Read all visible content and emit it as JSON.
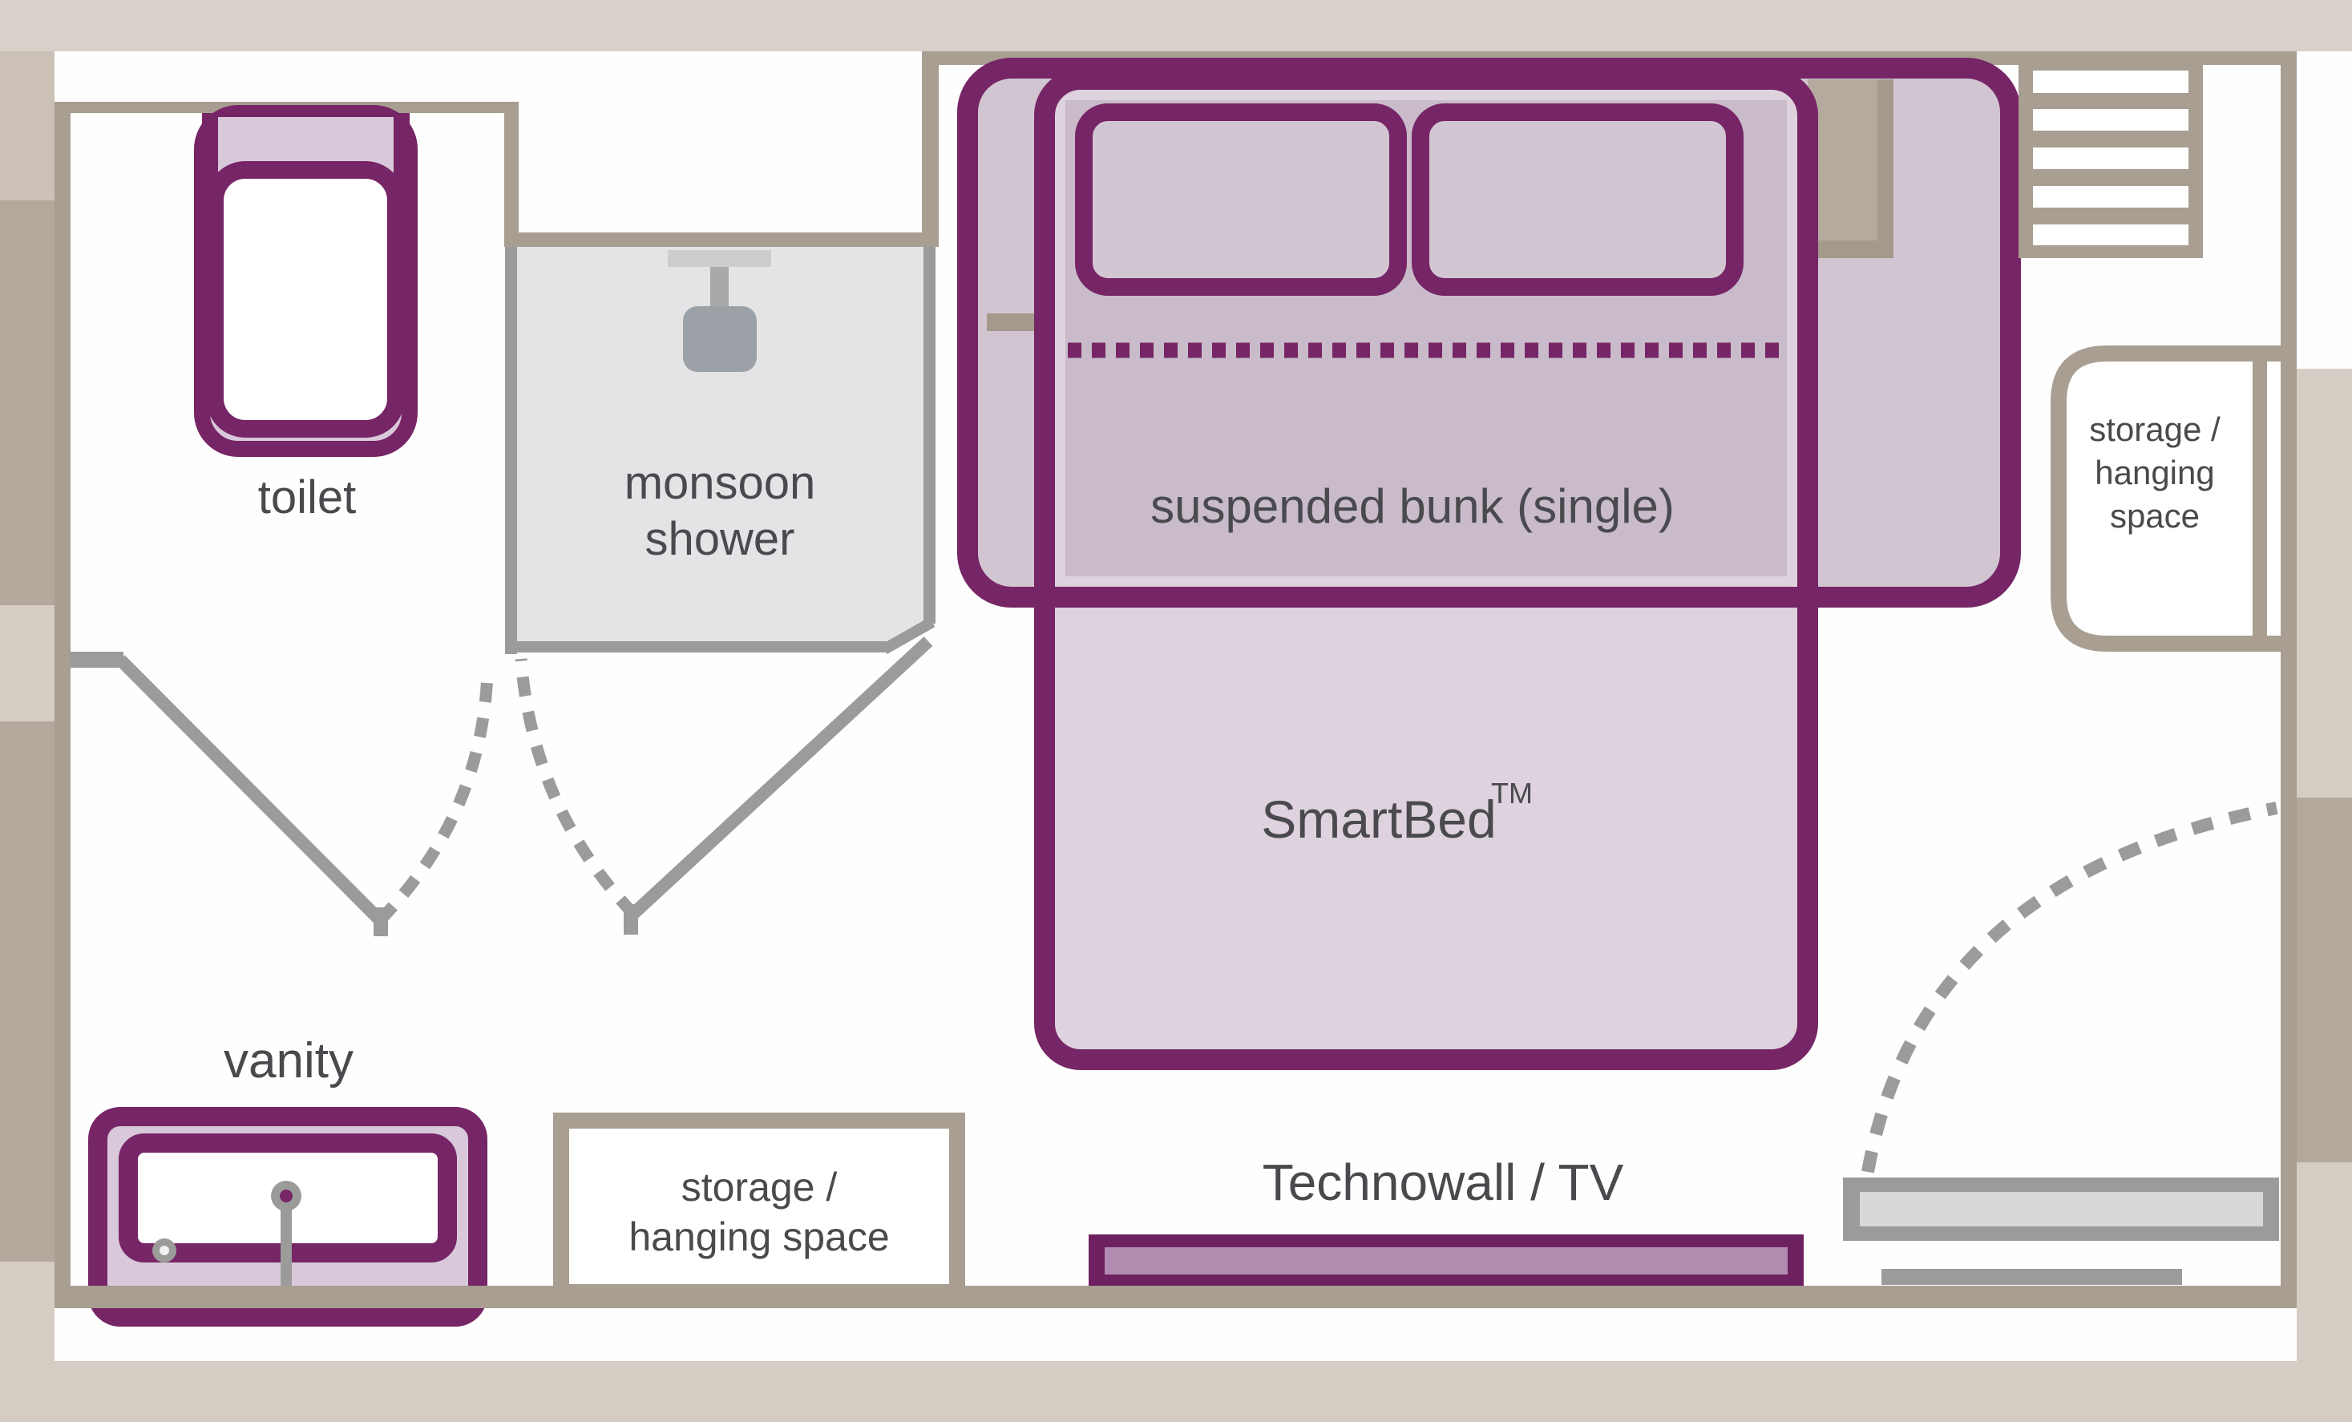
{
  "plan_type": "hotel cabin floor plan",
  "colors": {
    "wall": "#a89e91",
    "fixture_gray": "#9b9b9a",
    "accent_purple": "#762566",
    "accent_purple_dark": "#6e2160",
    "lilac": "#d9c8da",
    "bed_light": "#ddd2dd",
    "bed_overlap": "#c9bbca",
    "bunk_fill": "#d2c5d2",
    "pillow": "#d3c6d3",
    "shower_fill": "#e4e4e6",
    "shower_head": "#9ba1a7",
    "shower_head_bar": "#cdcdd0",
    "shower_stem": "#a9a9ac",
    "technowall_inner": "#b28cb0",
    "shelf": "#b5aa9e",
    "shelf_shadow": "#a5998c",
    "door_inner": "#d6d8da",
    "text": "#4a4a4e",
    "bg_beige": "#d8d1ca",
    "bg_taupe_dark": "#b3a89c",
    "bg_taupe_mid": "#cbc1b6",
    "bg_beige_light": "#d5ccc4"
  },
  "rooms": {
    "toilet": {
      "label": "toilet"
    },
    "shower": {
      "label_line1": "monsoon",
      "label_line2": "shower"
    },
    "bunk": {
      "label": "suspended bunk (single)"
    },
    "bed": {
      "label": "SmartBed",
      "label_tm": "TM"
    },
    "vanity": {
      "label": "vanity"
    },
    "storage_bottom": {
      "label_line1": "storage /",
      "label_line2": "hanging space"
    },
    "storage_right": {
      "label_line1": "storage /",
      "label_line2": "hanging",
      "label_line3": "space"
    },
    "technowall": {
      "label": "Technowall / TV"
    }
  }
}
